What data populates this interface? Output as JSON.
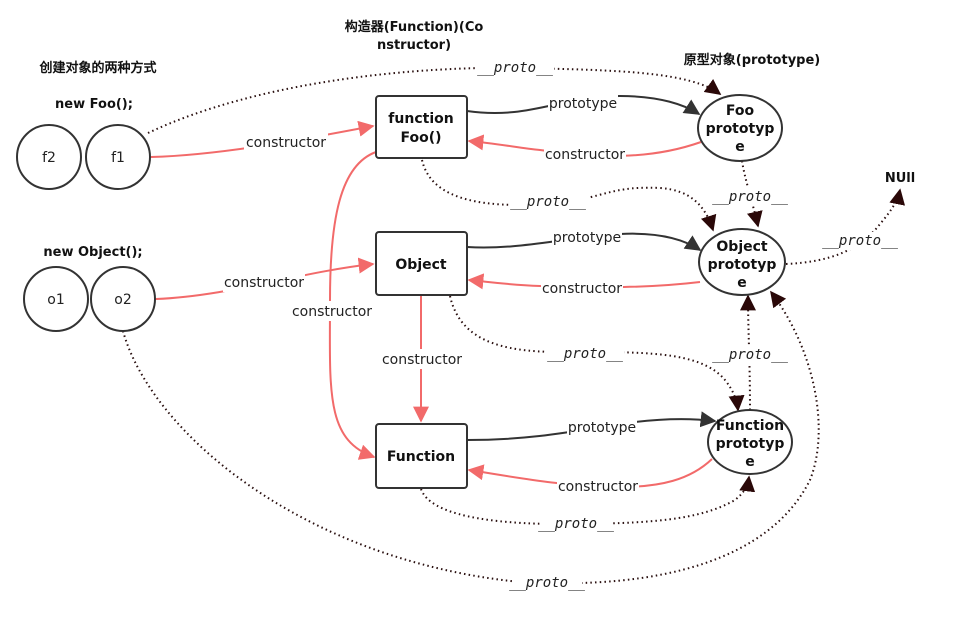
{
  "headings": {
    "create_ways": "创建对象的两种方式",
    "constructor_col_line1": "构造器(Function)(Co",
    "constructor_col_line2": "nstructor)",
    "prototype_col": "原型对象(prototype)",
    "new_foo": "new Foo();",
    "new_object": "new Object();"
  },
  "instances": {
    "f2": "f2",
    "f1": "f1",
    "o1": "o1",
    "o2": "o2"
  },
  "constructors": {
    "foo_line1": "function",
    "foo_line2": "Foo()",
    "object": "Object",
    "function": "Function"
  },
  "prototypes": {
    "foo": [
      "Foo",
      "prototyp",
      "e"
    ],
    "object": [
      "Object",
      "prototyp",
      "e"
    ],
    "function": [
      "Function",
      "prototyp",
      "e"
    ]
  },
  "null_node": "NUll",
  "edge_labels": {
    "constructor": "constructor",
    "prototype": "prototype",
    "proto": "__proto__",
    "proto_short": "__proto__"
  },
  "colors": {
    "constructor_edge": "#f26a6a",
    "prototype_edge": "#333333",
    "proto_edge": "#2a1010"
  }
}
